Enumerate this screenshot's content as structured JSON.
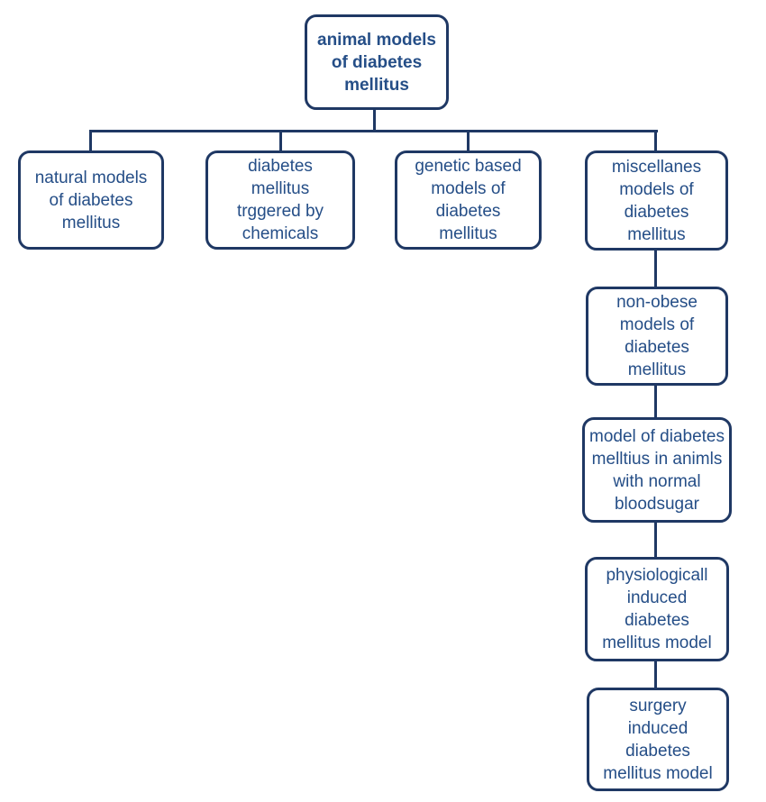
{
  "diagram": {
    "type": "flowchart",
    "title": "animal models of diabetes mellitus",
    "colors": {
      "box_border": "#1F3864",
      "text": "#254E87",
      "background": "#FFFFFF"
    },
    "root": {
      "label": "animal models\nof diabetes\nmellitus"
    },
    "level1": [
      {
        "label": "natural models\nof diabetes\nmellitus"
      },
      {
        "label": "diabetes\nmellitus\ntrggered by\nchemicals"
      },
      {
        "label": "genetic based\nmodels of\ndiabetes\nmellitus"
      },
      {
        "label": "miscellanes\nmodels of\ndiabetes\nmellitus"
      }
    ],
    "miscellaneous_chain": [
      {
        "label": "non-obese\nmodels of\ndiabetes\nmellitus"
      },
      {
        "label": "model of diabetes\nmelltius in animls\nwith normal\nbloodsugar"
      },
      {
        "label": "physiologicall\ninduced\ndiabetes\nmellitus model"
      },
      {
        "label": "surgery\ninduced\ndiabetes\nmellitus model"
      }
    ]
  }
}
